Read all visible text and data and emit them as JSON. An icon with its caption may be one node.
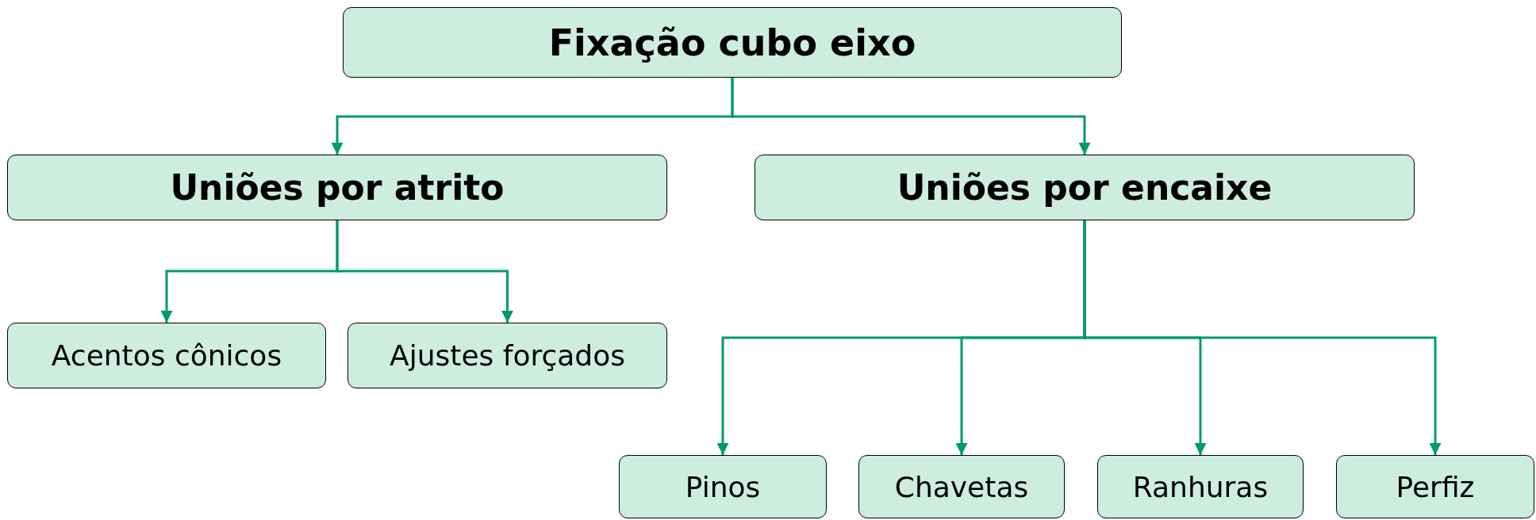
{
  "diagram": {
    "nodes": [
      {
        "text": [
          "Fixação cubo eixo"
        ]
      },
      {
        "text": [
          "Uniões por atrito"
        ]
      },
      {
        "text": [
          "Uniões por encaixe"
        ]
      },
      {
        "text": [
          "Acentos cônicos"
        ]
      },
      {
        "text": [
          "Ajustes forçados"
        ]
      },
      {
        "text": [
          "Pinos"
        ]
      },
      {
        "text": [
          "Chavetas"
        ]
      },
      {
        "text": [
          "Ranhuras"
        ]
      },
      {
        "text": [
          "Perfiz"
        ]
      }
    ],
    "edges": [
      {
        "from": 0,
        "to": 1,
        "arrow": "to"
      },
      {
        "from": 0,
        "to": 2,
        "arrow": "to"
      },
      {
        "from": 1,
        "to": 3,
        "arrow": "to"
      },
      {
        "from": 1,
        "to": 4,
        "arrow": "to"
      },
      {
        "from": 2,
        "to": 5,
        "arrow": "to"
      },
      {
        "from": 2,
        "to": 6,
        "arrow": "to"
      },
      {
        "from": 2,
        "to": 7,
        "arrow": "to"
      },
      {
        "from": 2,
        "to": 8,
        "arrow": "to"
      }
    ]
  }
}
